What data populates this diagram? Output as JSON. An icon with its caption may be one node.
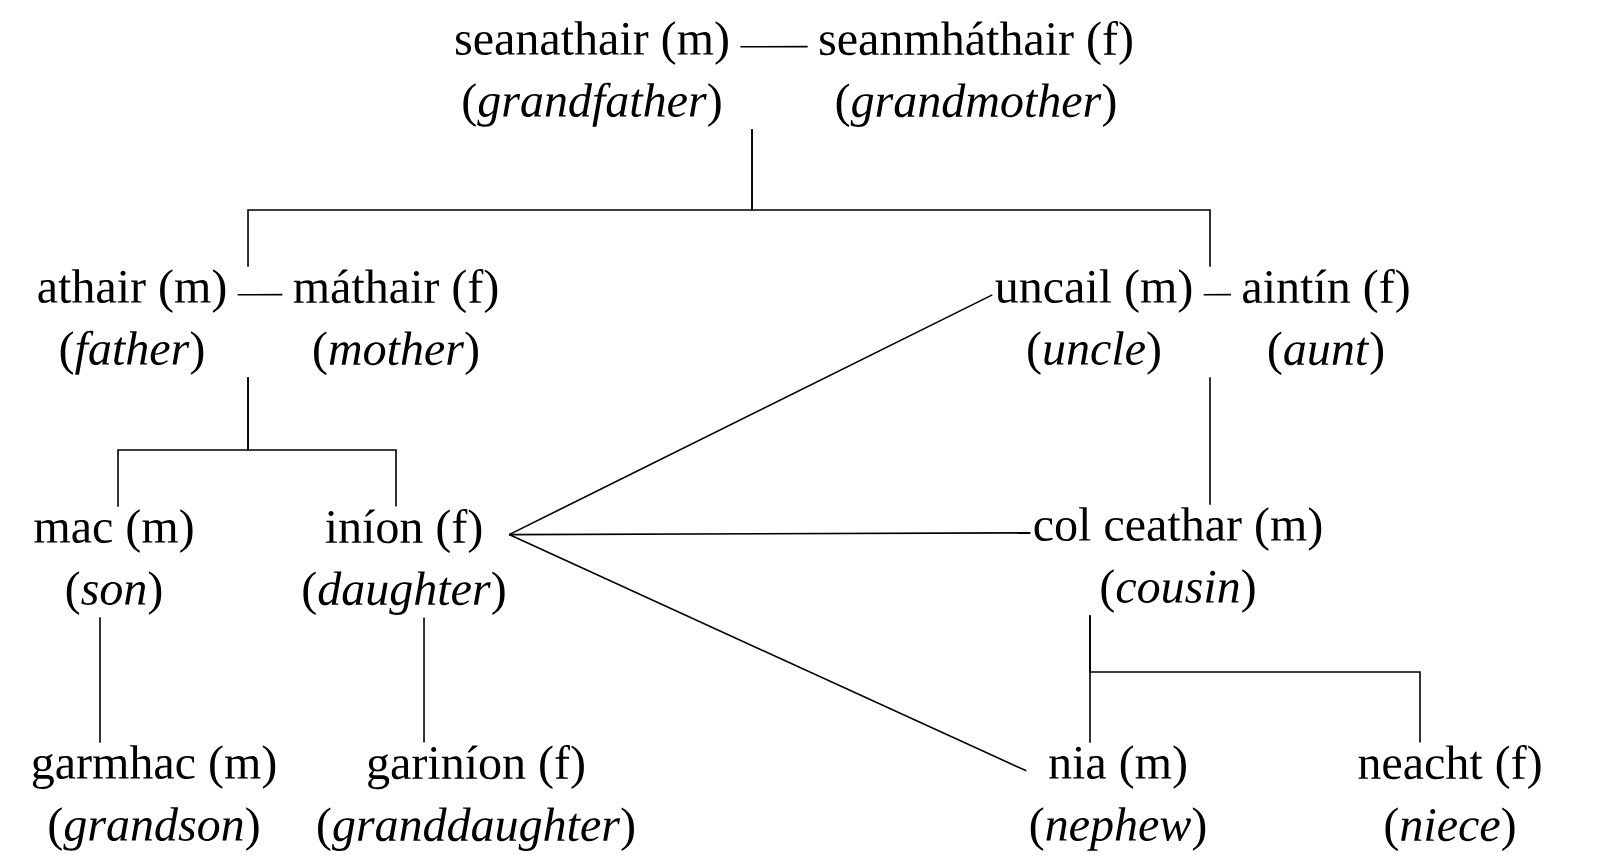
{
  "diagram": {
    "nodes": [
      {
        "text": [
          "seanathair (m)",
          "(*grandfather*)"
        ]
      },
      {
        "text": [
          "seanmháthair (f)",
          "(*grandmother*)"
        ]
      },
      {
        "text": [
          "athair (m)",
          "(*father*)"
        ]
      },
      {
        "text": [
          "máthair (f)",
          "(*mother*)"
        ]
      },
      {
        "text": [
          "uncail (m)",
          "(*uncle*)"
        ]
      },
      {
        "text": [
          "aintín (f)",
          "(*aunt*)"
        ]
      },
      {
        "text": [
          "mac (m)",
          "(*son*)"
        ]
      },
      {
        "text": [
          "iníon (f)",
          "(*daughter*)"
        ]
      },
      {
        "text": [
          "col ceathar (m)",
          "(*cousin*)"
        ]
      },
      {
        "text": [
          "garmhac (m)",
          "(*grandson*)"
        ]
      },
      {
        "text": [
          "gariníon (f)",
          "(*granddaughter*)"
        ]
      },
      {
        "text": [
          "nia (m)",
          "(*nephew*)"
        ]
      },
      {
        "text": [
          "neacht (f)",
          "(*niece*)"
        ]
      }
    ],
    "edges": [
      {
        "from": 0,
        "to": 1,
        "arrow": "none"
      },
      {
        "from": 2,
        "to": 3,
        "arrow": "none"
      },
      {
        "from": 4,
        "to": 5,
        "arrow": "none"
      },
      {
        "from": 0,
        "to": 2,
        "arrow": "none"
      },
      {
        "from": 0,
        "to": 4,
        "arrow": "none"
      },
      {
        "from": 2,
        "to": 6,
        "arrow": "none"
      },
      {
        "from": 2,
        "to": 7,
        "arrow": "none"
      },
      {
        "from": 6,
        "to": 9,
        "arrow": "none"
      },
      {
        "from": 7,
        "to": 10,
        "arrow": "none"
      },
      {
        "from": 4,
        "to": 8,
        "arrow": "none"
      },
      {
        "from": 8,
        "to": 11,
        "arrow": "none"
      },
      {
        "from": 8,
        "to": 12,
        "arrow": "none"
      },
      {
        "from": 7,
        "to": 4,
        "arrow": "none"
      },
      {
        "from": 7,
        "to": 8,
        "arrow": "none"
      },
      {
        "from": 7,
        "to": 11,
        "arrow": "none"
      }
    ]
  }
}
